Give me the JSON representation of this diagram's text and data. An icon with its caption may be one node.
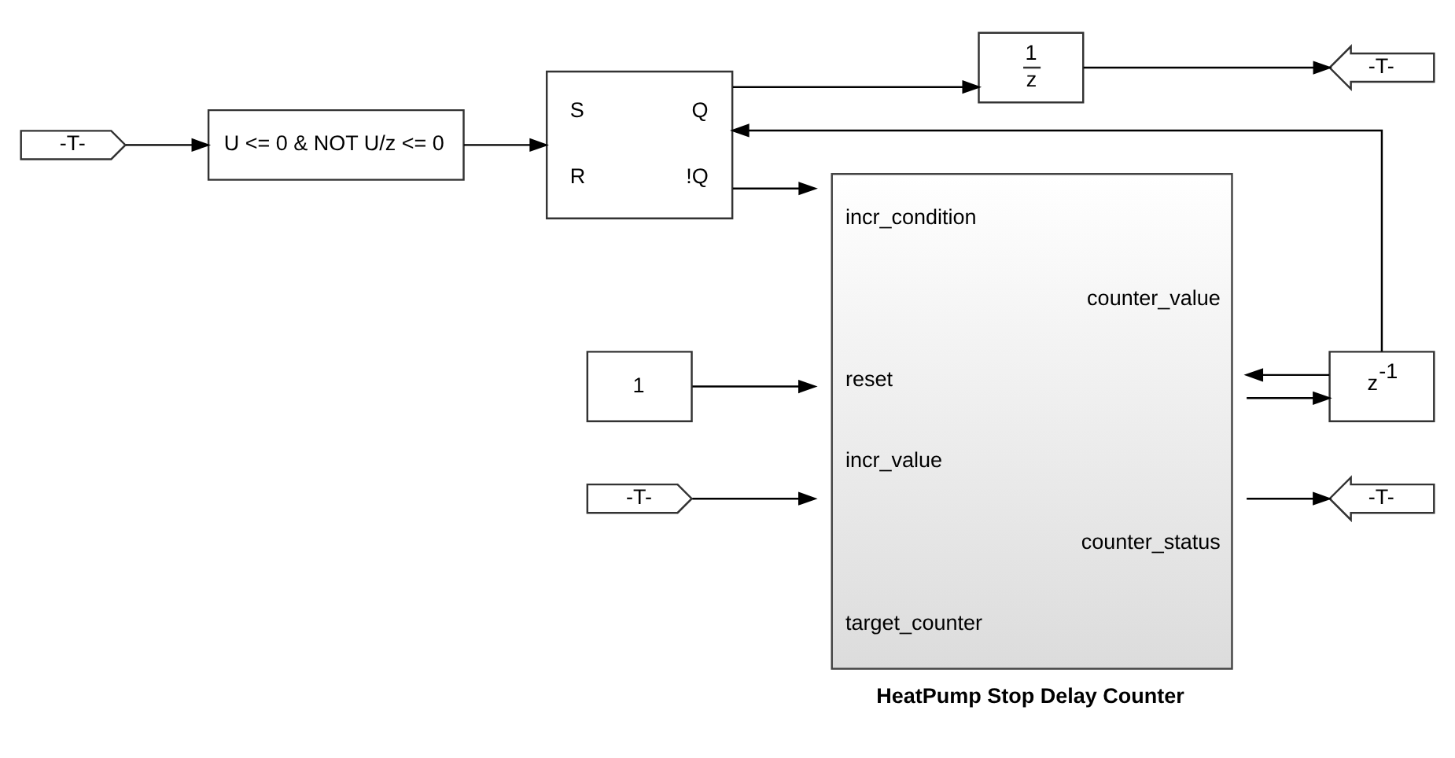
{
  "diagram": {
    "nodes": [
      {
        "text": [
          "-T-"
        ]
      },
      {
        "text": [
          "U <= 0 & NOT U/z <= 0"
        ]
      },
      {
        "text": [
          "S",
          "Q",
          "R",
          "!Q"
        ]
      },
      {
        "text": [
          "1",
          "z"
        ]
      },
      {
        "text": [
          "-T-"
        ]
      },
      {
        "text": [
          "1"
        ]
      },
      {
        "text": [
          "-T-"
        ]
      },
      {
        "text": [
          "incr_condition",
          "counter_value",
          "reset",
          "incr_value",
          "counter_status",
          "target_counter"
        ],
        "beside": [
          "HeatPump Stop Delay Counter"
        ]
      },
      {
        "text": [
          "z$^{-1}$"
        ]
      },
      {
        "text": [
          "-T-"
        ]
      }
    ],
    "edges": [
      {
        "from": 0,
        "to": 1,
        "arrow": "to"
      },
      {
        "from": 1,
        "to": 2,
        "arrow": "to"
      },
      {
        "from": 2,
        "to": 7,
        "arrow": "to"
      },
      {
        "from": 2,
        "to": 3,
        "arrow": "to"
      },
      {
        "from": 3,
        "to": 4,
        "arrow": "to"
      },
      {
        "from": 5,
        "to": 7,
        "arrow": "to"
      },
      {
        "from": 6,
        "to": 7,
        "arrow": "to"
      },
      {
        "from": 7,
        "to": 9,
        "arrow": "to"
      },
      {
        "from": 7,
        "to": 8,
        "arrow": "to"
      },
      {
        "from": 8,
        "to": 7,
        "arrow": "to"
      },
      {
        "from": 8,
        "to": 2,
        "arrow": "to"
      }
    ]
  }
}
